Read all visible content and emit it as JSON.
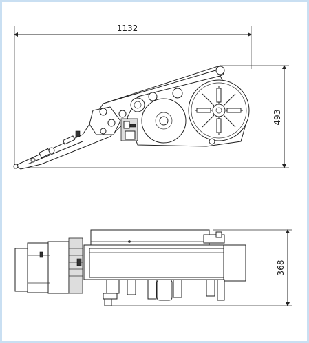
{
  "dimensions": {
    "width_label": "1132",
    "height_side_label": "493",
    "height_top_label": "368"
  },
  "colors": {
    "frame_border": "#c9dff2",
    "line": "#222222"
  }
}
